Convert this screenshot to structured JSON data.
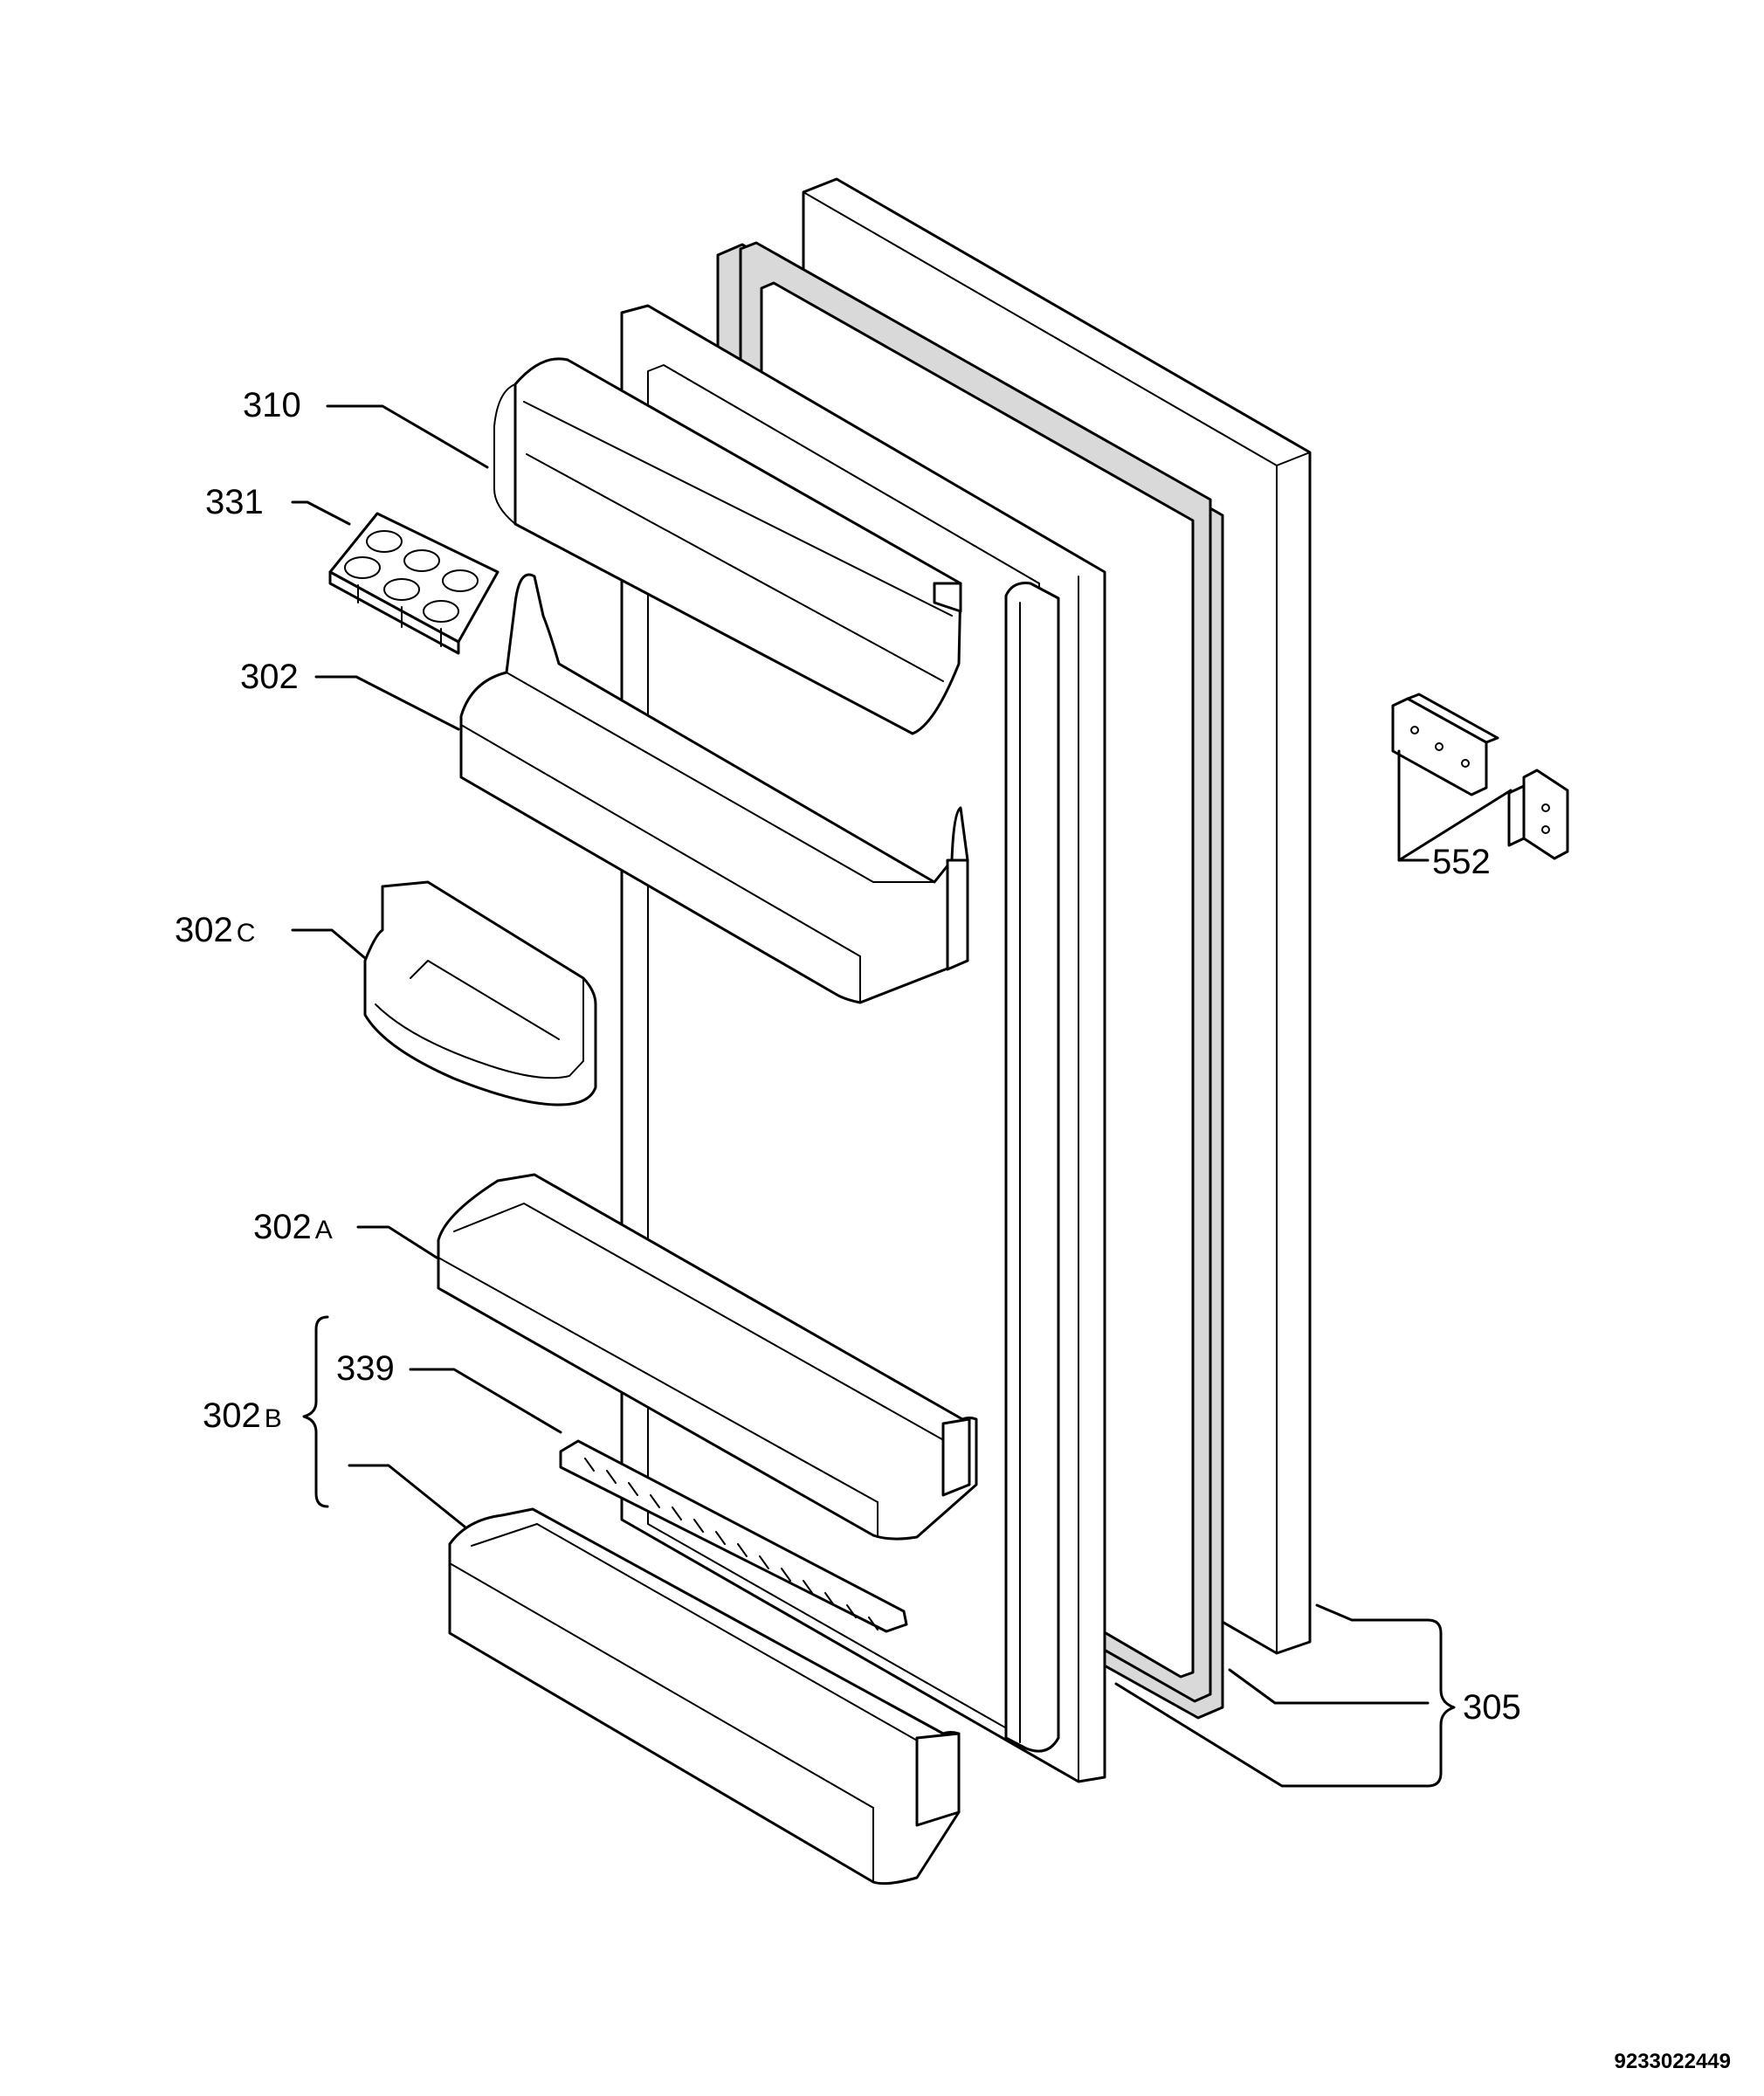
{
  "diagram": {
    "callouts": [
      {
        "id": "310",
        "text": "310"
      },
      {
        "id": "331",
        "text": "331"
      },
      {
        "id": "302",
        "text": "302"
      },
      {
        "id": "302c",
        "text": "302",
        "suffix": "C"
      },
      {
        "id": "302a",
        "text": "302",
        "suffix": "A"
      },
      {
        "id": "339",
        "text": "339"
      },
      {
        "id": "302b",
        "text": "302",
        "suffix": "B"
      },
      {
        "id": "552",
        "text": "552"
      },
      {
        "id": "305",
        "text": "305"
      }
    ],
    "document_id": "9233022449"
  }
}
